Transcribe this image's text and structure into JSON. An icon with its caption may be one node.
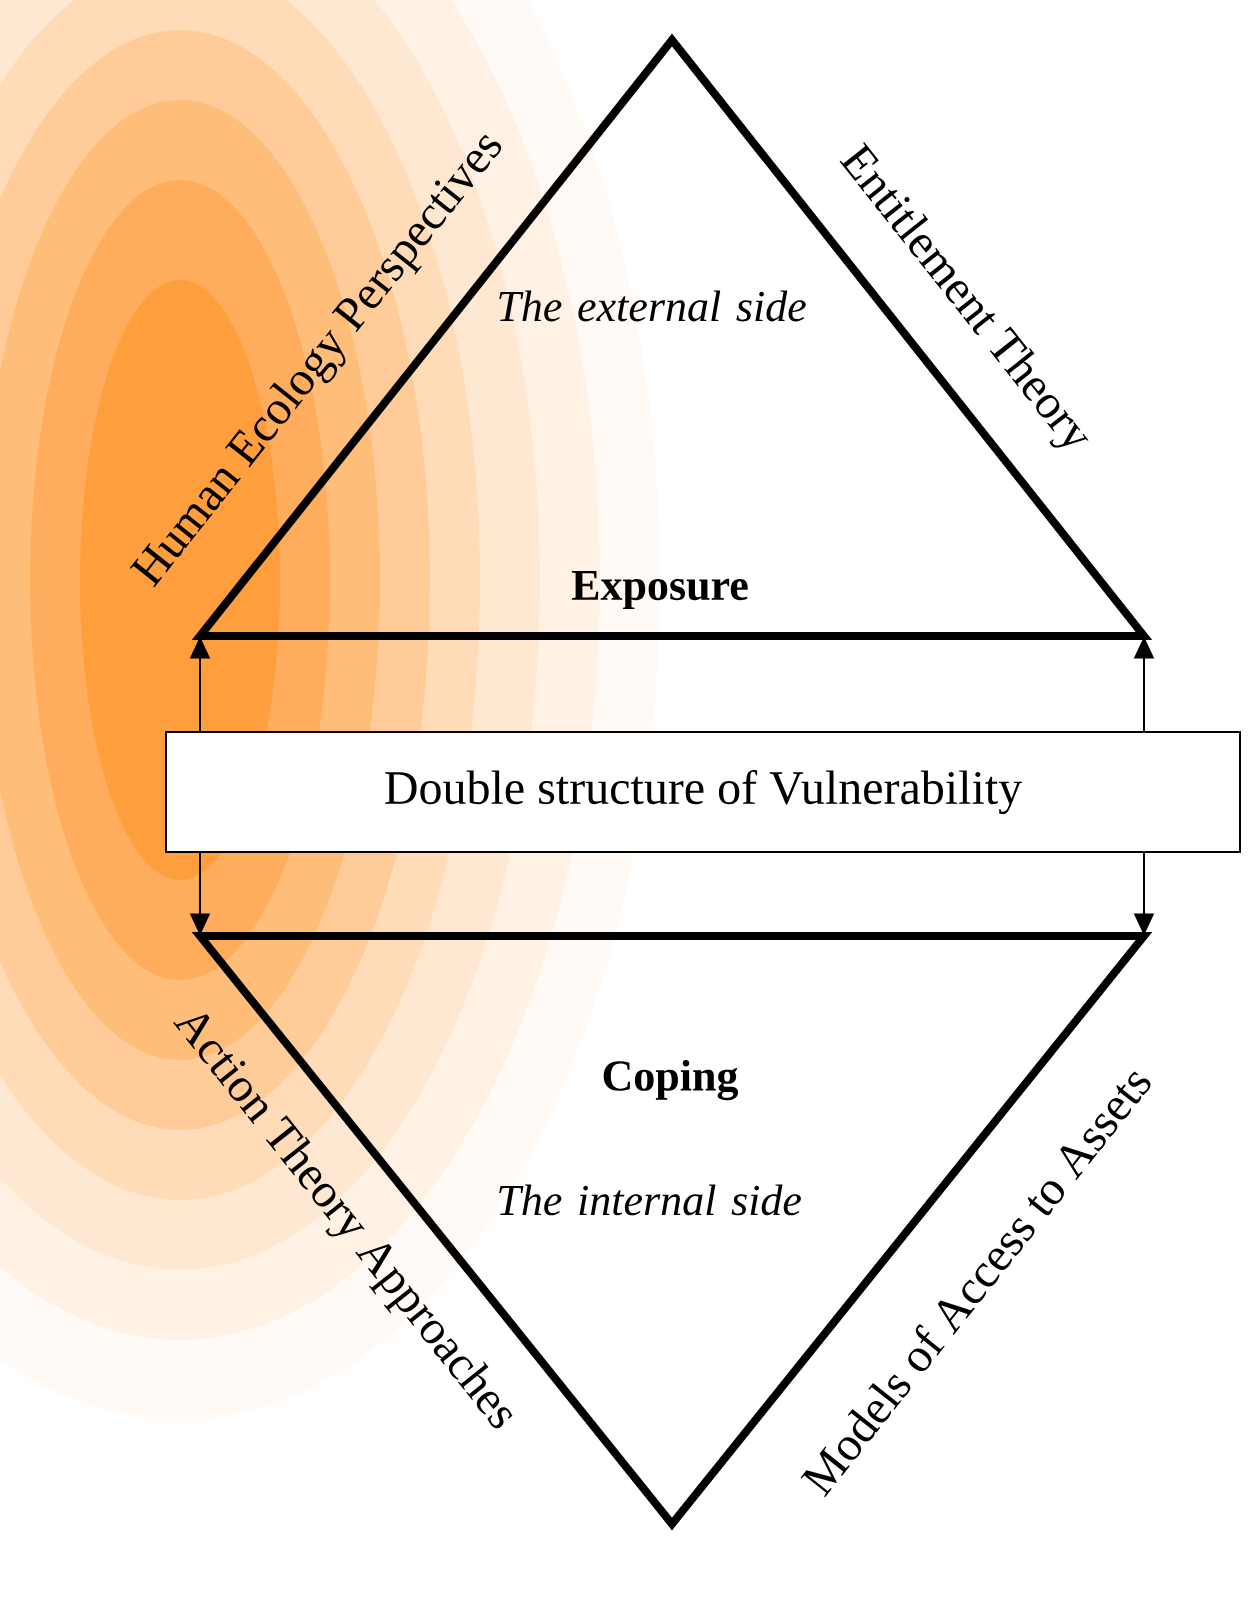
{
  "diagram": {
    "nodes": [
      {
        "text": [
          "The external side",
          "Exposure"
        ]
      },
      {
        "text": [
          "Coping",
          "The internal side"
        ]
      },
      {
        "text": [
          "Double structure of Vulnerability"
        ]
      }
    ],
    "edges": [
      {
        "from": 2,
        "to": 0,
        "arrow": "to"
      },
      {
        "from": 2,
        "to": 0,
        "arrow": "to"
      },
      {
        "from": 2,
        "to": 1,
        "arrow": "to"
      },
      {
        "from": 2,
        "to": 1,
        "arrow": "to"
      }
    ],
    "labels": [
      "Human Ecology Perspectives",
      "Entitlement Theory",
      "Action Theory Approaches",
      "Models of Access to Assets"
    ]
  }
}
